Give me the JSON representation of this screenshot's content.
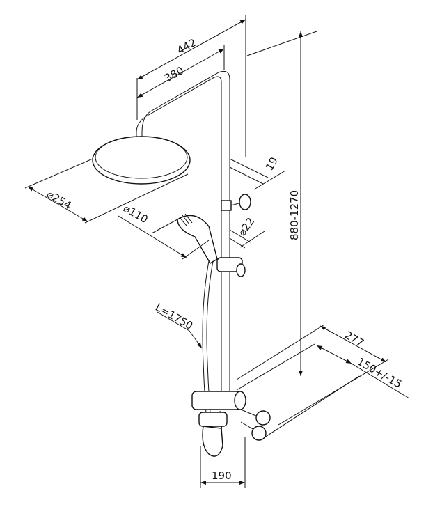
{
  "dimensions": {
    "arm_outer": "442",
    "arm_inner": "380",
    "rail_offset": "19",
    "head_diameter": "⌀254",
    "hand_shower_diameter": "⌀110",
    "rail_diameter": "⌀22",
    "height_range": "880-1270",
    "hose_length": "L=1750",
    "wall_depth": "277",
    "inlet_spacing": "150+/-15",
    "spout_length": "190"
  },
  "colors": {
    "line": "#111111",
    "background": "#ffffff"
  }
}
